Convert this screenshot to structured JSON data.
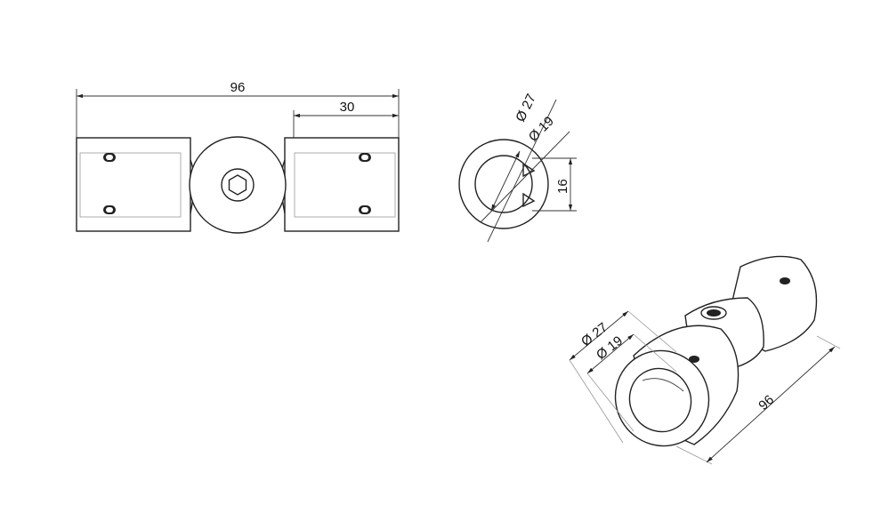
{
  "front_view": {
    "overall_length": "96",
    "clamp_length": "30"
  },
  "end_view": {
    "outer_diameter": "Ø 27",
    "inner_diameter": "Ø 19",
    "height": "16"
  },
  "iso_view": {
    "outer_diameter": "Ø 27",
    "inner_diameter": "Ø 19",
    "overall_length": "96"
  }
}
